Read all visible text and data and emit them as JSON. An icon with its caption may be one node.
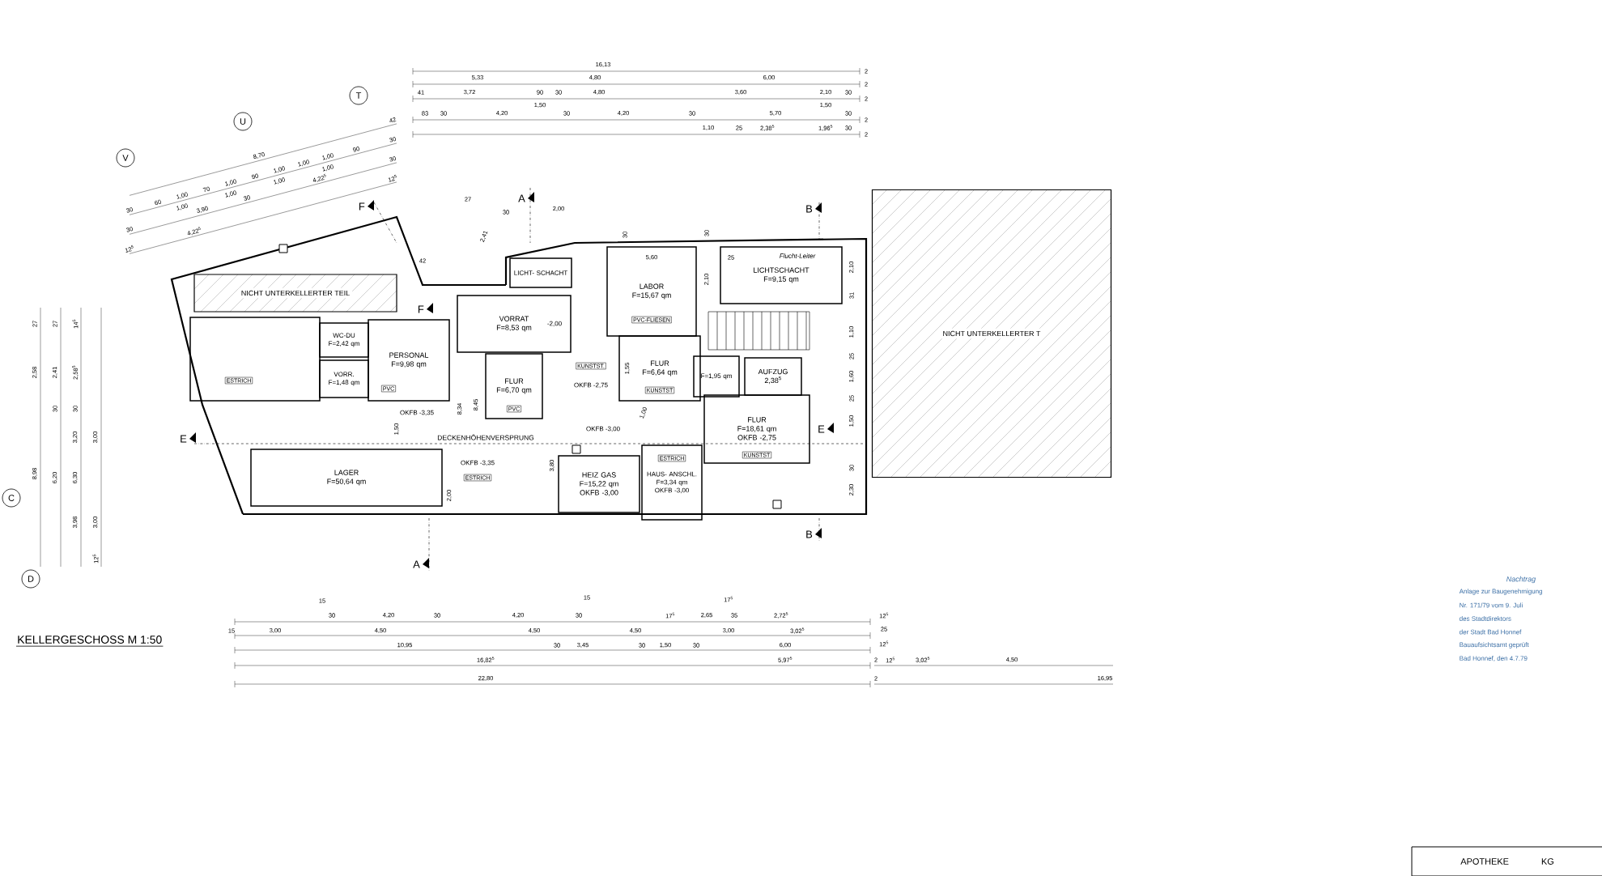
{
  "diagram": {
    "title": "KELLERGESCHOSS M 1:50",
    "nodes": [
      {
        "text": [
          "NICHT UNTERKELLERTER TEIL"
        ]
      },
      {
        "text": [
          "ESTRICH"
        ]
      },
      {
        "text": [
          "WC-DU",
          "F=2,42 qm"
        ]
      },
      {
        "text": [
          "VORR.",
          "F=1,48 qm"
        ]
      },
      {
        "text": [
          "PERSONAL",
          "F=9,98 qm"
        ]
      },
      {
        "text": [
          "PVC"
        ],
        "in": 4
      },
      {
        "text": [
          "VORRAT",
          "F=8,53 qm"
        ]
      },
      {
        "text": [
          "FLUR",
          "F=6,70 qm"
        ]
      },
      {
        "text": [
          "PVC"
        ],
        "in": 7
      },
      {
        "text": [
          "LICHT- SCHACHT"
        ]
      },
      {
        "text": [
          "LABOR",
          "F=15,67 qm"
        ]
      },
      {
        "text": [
          "PVC-FLIESEN"
        ],
        "in": 10
      },
      {
        "text": [
          "FLUR",
          "F=6,64 qm"
        ]
      },
      {
        "text": [
          "KUNSTST"
        ],
        "in": 12
      },
      {
        "text": [
          "KUNSTST."
        ]
      },
      {
        "text": [
          "LICHTSCHACHT",
          "F=9,15 qm"
        ]
      },
      {
        "text": [
          "F=1,95 qm"
        ]
      },
      {
        "text": [
          "AUFZUG",
          "2,38$^{5}$"
        ]
      },
      {
        "text": [
          "FLUR",
          "F=18,61 qm",
          "OKFB -2,75"
        ]
      },
      {
        "text": [
          "KUNSTST"
        ],
        "in": 18
      },
      {
        "text": [
          "LAGER",
          "F=50,64 qm"
        ]
      },
      {
        "text": [
          "ESTRICH"
        ]
      },
      {
        "text": [
          "HEIZ GAS",
          "F=15,22 qm",
          "OKFB -3,00"
        ]
      },
      {
        "text": [
          "HAUS- ANSCHL.",
          "F=3,34 qm",
          "OKFB -3,00"
        ]
      },
      {
        "text": [
          "ESTRICH"
        ],
        "in": 23
      },
      {
        "text": [
          "NICHT UNTERKELLERTER T"
        ]
      },
      {
        "text": [
          "APOTHEKE",
          "KG"
        ]
      }
    ],
    "labels": [
      "16,13",
      "5,33",
      "4,80",
      "6,00",
      "41",
      "3,72",
      "90",
      "30",
      "4,80",
      "3,60",
      "2,10",
      "30",
      "1,50",
      "1,50",
      "83",
      "30",
      "4,20",
      "30",
      "4,20",
      "30",
      "5,70",
      "30",
      "1,10",
      "25",
      "2,38$^{5}$",
      "1,96$^{5}$",
      "30",
      "2",
      "2",
      "2",
      "2",
      "2",
      "8,70",
      "30",
      "60",
      "1,00",
      "1,00",
      "70",
      "1,00",
      "1,00",
      "90",
      "1,00",
      "1,00",
      "1,00",
      "1,00",
      "1,00",
      "90",
      "3,90",
      "30",
      "4,22$^{5}$",
      "30",
      "4,22$^{5}$",
      "12$^{5}$",
      "42",
      "30",
      "30",
      "12$^{5}$",
      "V",
      "U",
      "T",
      "27",
      "27",
      "14$^{5}$",
      "2,58",
      "2,41",
      "2,58$^{5}$",
      "30",
      "30",
      "3,20",
      "3,00",
      "8,98",
      "6,20",
      "6,30",
      "3,98",
      "3,00",
      "12$^{5}$",
      "C",
      "D",
      "30",
      "2,00",
      "27",
      "2,41",
      "42",
      "8,34",
      "8,45",
      "30",
      "5,60",
      "30",
      "2,10",
      "25",
      "2,10",
      "31",
      "1,10",
      "25",
      "1,60",
      "25",
      "1,50",
      "30",
      "2,30",
      "1,55",
      "1,00",
      "1,50",
      "3,80",
      "2,00",
      "-2,00",
      "OKFB -3,35",
      "OKFB -2,75",
      "OKFB -3,00",
      "DECKENHÖHENVERSPRUNG",
      "OKFB -3,35",
      "Flucht-Leiter",
      "A",
      "A",
      "B",
      "B",
      "E",
      "E",
      "F",
      "F",
      "15",
      "30",
      "4,20",
      "30",
      "4,20",
      "30",
      "15",
      "17$^{5}$",
      "2,65",
      "35",
      "17$^{5}$",
      "2,72$^{5}$",
      "15",
      "3,00",
      "4,50",
      "4,50",
      "4,50",
      "3,00",
      "3,02$^{5}$",
      "10,95",
      "30",
      "3,45",
      "30",
      "1,50",
      "30",
      "6,00",
      "16,82$^{5}$",
      "5,97$^{5}$",
      "22,80",
      "12$^{5}$",
      "25",
      "12$^{5}$",
      "2",
      "12$^{5}$",
      "3,02$^{5}$",
      "4,50",
      "2",
      "16,95",
      "Nachtrag",
      "Anlage zur Baugenehmigung",
      "Nr. 171/79 vom 9. Juli",
      "des Stadtdirektors",
      "der Stadt Bad Honnef",
      "Bauaufsichtsamt geprüft",
      "Bad Honnef, den 4.7.79"
    ]
  }
}
